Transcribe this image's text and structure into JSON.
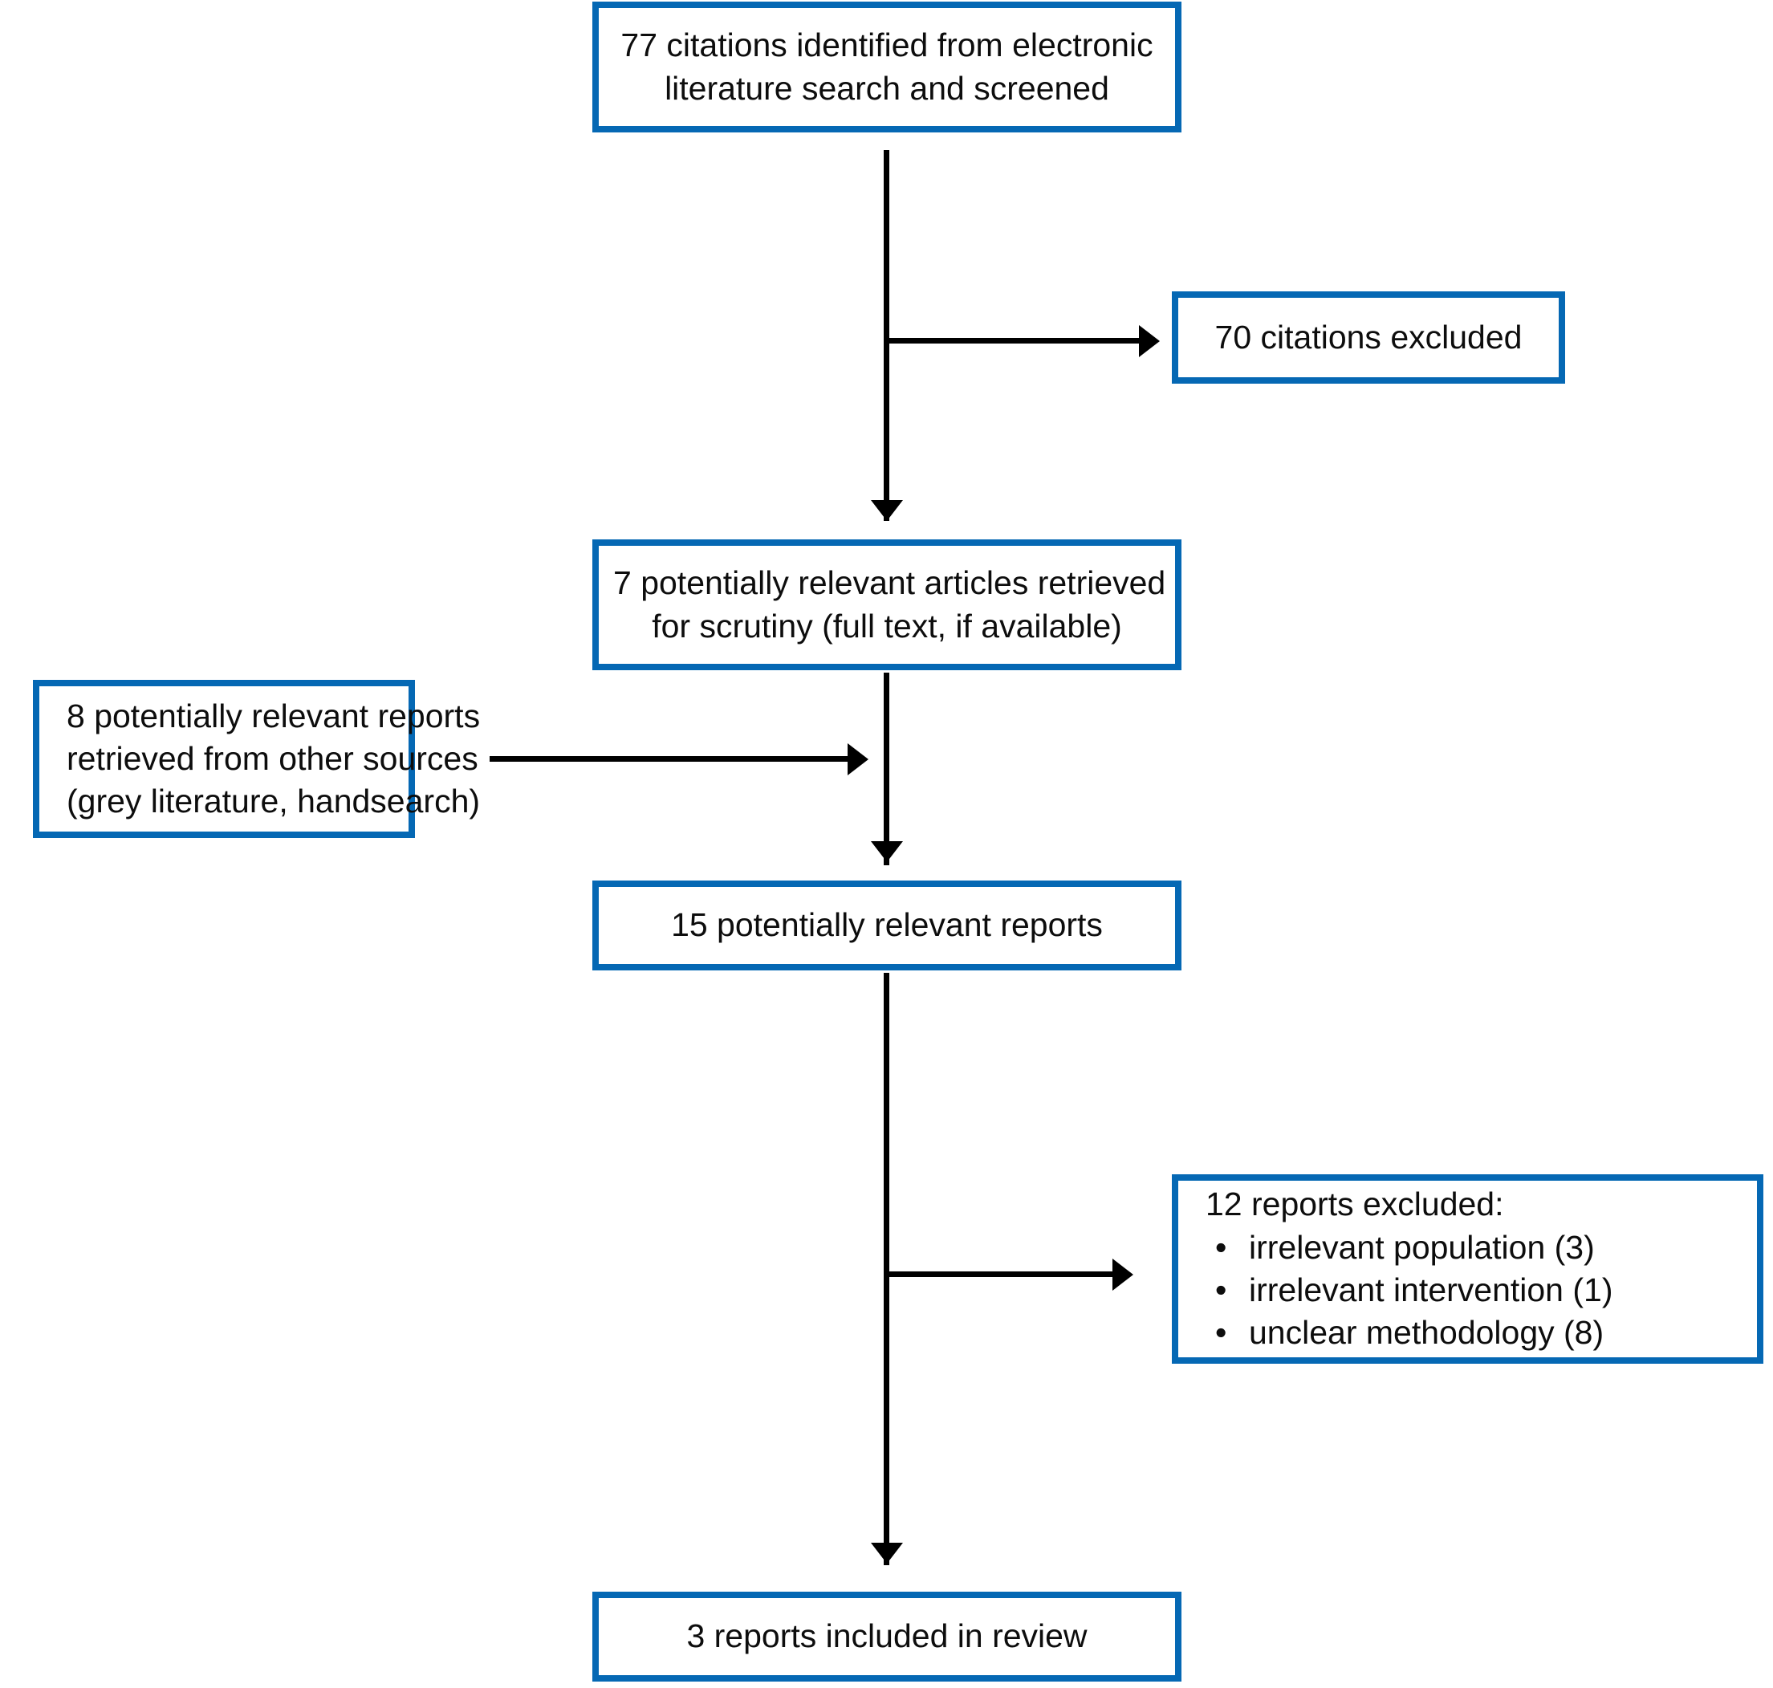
{
  "diagram": {
    "type": "prisma-flow-diagram",
    "colors": {
      "box_border": "#0568b4",
      "connector": "#000000",
      "background": "#ffffff",
      "text": "#0d0d0d"
    },
    "nodes": {
      "identified": {
        "id": "identified",
        "lines": [
          "77 citations identified from electronic",
          "literature search and screened"
        ],
        "count": 77
      },
      "citations_excluded": {
        "id": "citations-excluded",
        "lines": [
          "70 citations excluded"
        ],
        "count": 70
      },
      "retrieved": {
        "id": "articles-retrieved",
        "lines": [
          "7 potentially relevant articles retrieved",
          "for scrutiny (full text, if available)"
        ],
        "count": 7
      },
      "other_sources": {
        "id": "other-sources",
        "lines": [
          "8 potentially relevant reports",
          "retrieved from other sources",
          "(grey literature, handsearch)"
        ],
        "count": 8
      },
      "relevant_reports": {
        "id": "relevant-reports",
        "lines": [
          "15 potentially relevant reports"
        ],
        "count": 15
      },
      "reports_excluded": {
        "id": "reports-excluded",
        "title": "12 reports excluded:",
        "count": 12,
        "bullet_glyph": "•",
        "reasons": [
          "irrelevant population (3)",
          "irrelevant intervention (1)",
          "unclear methodology (8)"
        ]
      },
      "included": {
        "id": "reports-included",
        "lines": [
          "3 reports included in review"
        ],
        "count": 3
      }
    }
  }
}
